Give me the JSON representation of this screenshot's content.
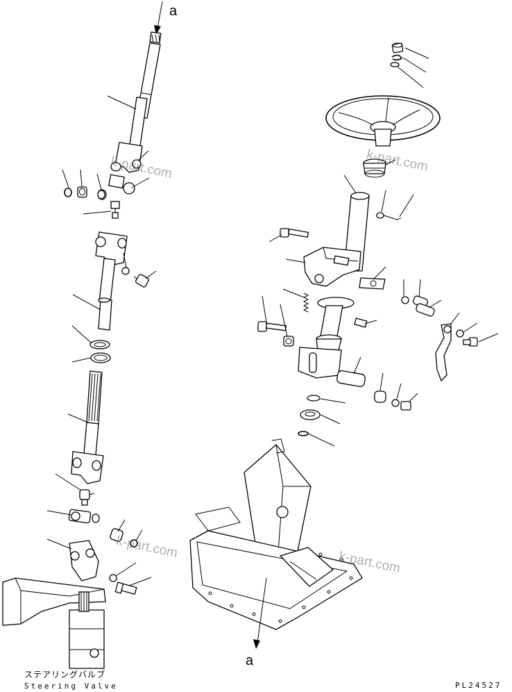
{
  "diagram": {
    "top_ref_label": "a",
    "bottom_ref_label": "a",
    "valve_label_jp": "ステアリングバルブ",
    "valve_label_en": "Steering Valve",
    "drawing_code": "PL24527",
    "watermarks": [
      "k-part.com",
      "k-part.com",
      "k-part.com",
      "k-part.com"
    ]
  },
  "colors": {
    "line": "#000000",
    "watermark": "#6f6f6f",
    "background": "#ffffff"
  }
}
